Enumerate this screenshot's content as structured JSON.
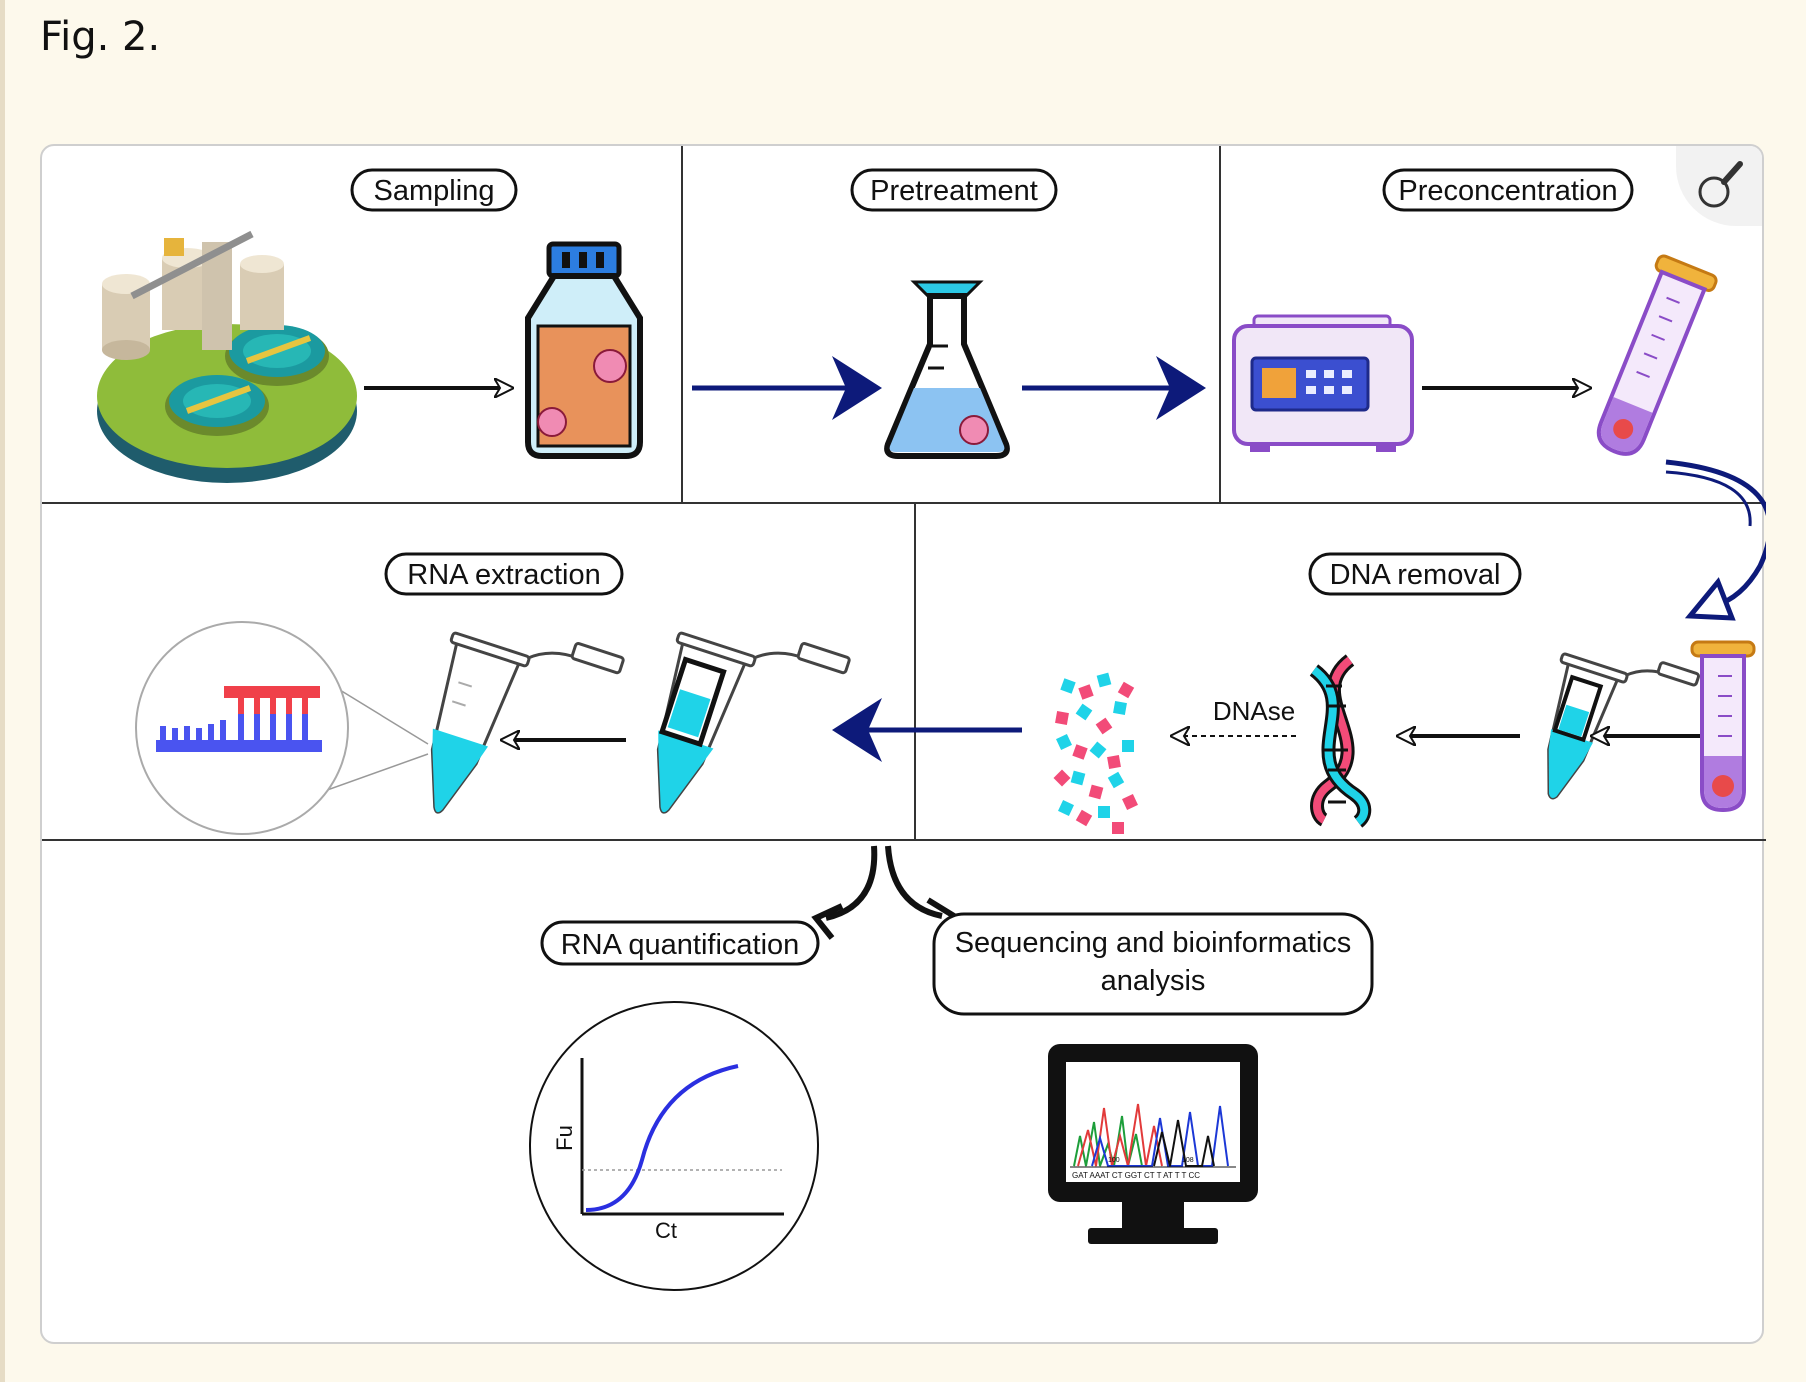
{
  "figure_label": "Fig. 2.",
  "steps": {
    "sampling": "Sampling",
    "pretreatment": "Pretreatment",
    "preconcentration": "Preconcentration",
    "dna_removal": "DNA removal",
    "rna_extraction": "RNA extraction",
    "rna_quantification": "RNA quantification",
    "sequencing_line1": "Sequencing and  bioinformatics",
    "sequencing_line2": "analysis"
  },
  "labels": {
    "dnase": "DNAse",
    "qpcr_y": "Fu",
    "qpcr_x": "Ct",
    "seq_tick_1": "100",
    "seq_tick_2": "108",
    "seq_bases": "GAT AAAT CT GGT CT T AT T T CC"
  },
  "icons": {
    "zoom": "magnifier-icon"
  },
  "colors": {
    "navy_arrow": "#0d1a7a",
    "cyan": "#1fd3e8",
    "pink": "#f24b78",
    "orange": "#e88a45",
    "purple": "#8a4cc7"
  }
}
